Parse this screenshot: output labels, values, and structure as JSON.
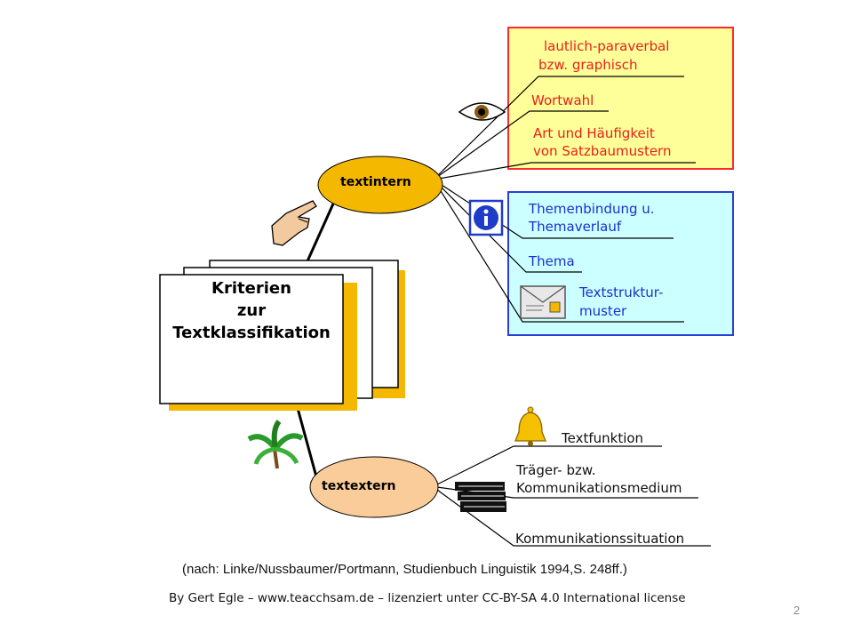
{
  "center": {
    "lines": [
      "Kriterien",
      "zur",
      "Textklassifikation"
    ]
  },
  "nodes": {
    "intern": "textintern",
    "extern": "textextern"
  },
  "colors": {
    "yellow_box_bg": "#ffff99",
    "yellow_box_border": "#ff2a2a",
    "blue_box_bg": "#ccffff",
    "blue_box_border": "#2a3fd6",
    "intern_node": "#f5b800",
    "extern_node": "#f9cc9a"
  },
  "icons": [
    "eye-icon",
    "pointing-hand-icon",
    "info-icon",
    "envelope-icon",
    "palm-tree-icon",
    "bell-icon",
    "books-icon"
  ],
  "intern_yellow": [
    [
      "lautlich-paraverbal",
      "bzw. graphisch"
    ],
    [
      "Wortwahl"
    ],
    [
      "Art und Häufigkeit",
      "von Satzbaumustern"
    ]
  ],
  "intern_blue": [
    [
      "Themenbindung u.",
      "Themaverlauf"
    ],
    [
      "Thema"
    ],
    [
      "Textstruktur-",
      "muster"
    ]
  ],
  "extern": [
    [
      "Textfunktion"
    ],
    [
      "Träger- bzw.",
      "Kommunikationsmedium"
    ],
    [
      "Kommunikationssituation"
    ]
  ],
  "source": "(nach: Linke/Nussbaumer/Portmann, Studienbuch Linguistik 1994,S. 248ff.)",
  "license": "By Gert Egle – www.teacchsam.de – lizenziert unter CC-BY-SA 4.0 International license",
  "page_number": "2"
}
